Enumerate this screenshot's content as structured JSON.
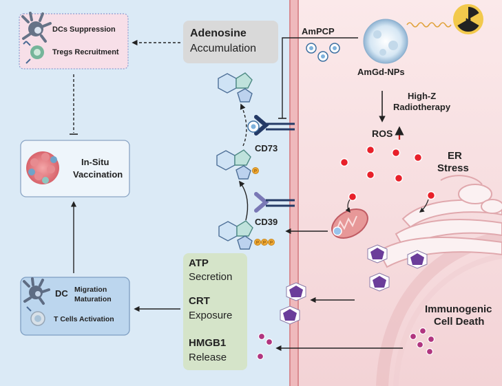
{
  "top_left_box": {
    "dcs_suppression": "DCs  Suppression",
    "tregs_recruitment": "Tregs Recruitment"
  },
  "vaccination_box": {
    "line1": "In-Situ",
    "line2": "Vaccination"
  },
  "dc_box": {
    "dc": "DC",
    "migration": "Migration",
    "maturation": "Maturation",
    "t_cells": "T Cells Activation"
  },
  "adenosine_box": {
    "title": "Adenosine",
    "subtitle": "Accumulation"
  },
  "damp_box": {
    "atp_title": "ATP",
    "atp_sub": "Secretion",
    "crt_title": "CRT",
    "crt_sub": "Exposure",
    "hmgb1_title": "HMGB1",
    "hmgb1_sub": "Release"
  },
  "labels": {
    "ampcp": "AmPCP",
    "amgd_nps": "AmGd-NPs",
    "radiotherapy_line1": "High-Z",
    "radiotherapy_line2": "Radiotherapy",
    "ros": "ROS",
    "er_line1": "ER",
    "er_line2": "Stress",
    "cd73": "CD73",
    "cd39": "CD39",
    "icd_line1": "Immunogenic",
    "icd_line2": "Cell Death",
    "phosphate": "P"
  },
  "colors": {
    "left_bg": "#dbeaf6",
    "right_bg": "#f6dcdf",
    "membrane": "#e6a3a6",
    "ros_dot": "#e8202a",
    "hmgb1_dot": "#b0357f",
    "crt_pentagon": "#6b3d9a",
    "antibody": "#243a66",
    "cd39_color": "#7a78b6",
    "damp_box_bg": "#d5e4c9",
    "adenosine_box_bg": "#d9d9d9"
  }
}
